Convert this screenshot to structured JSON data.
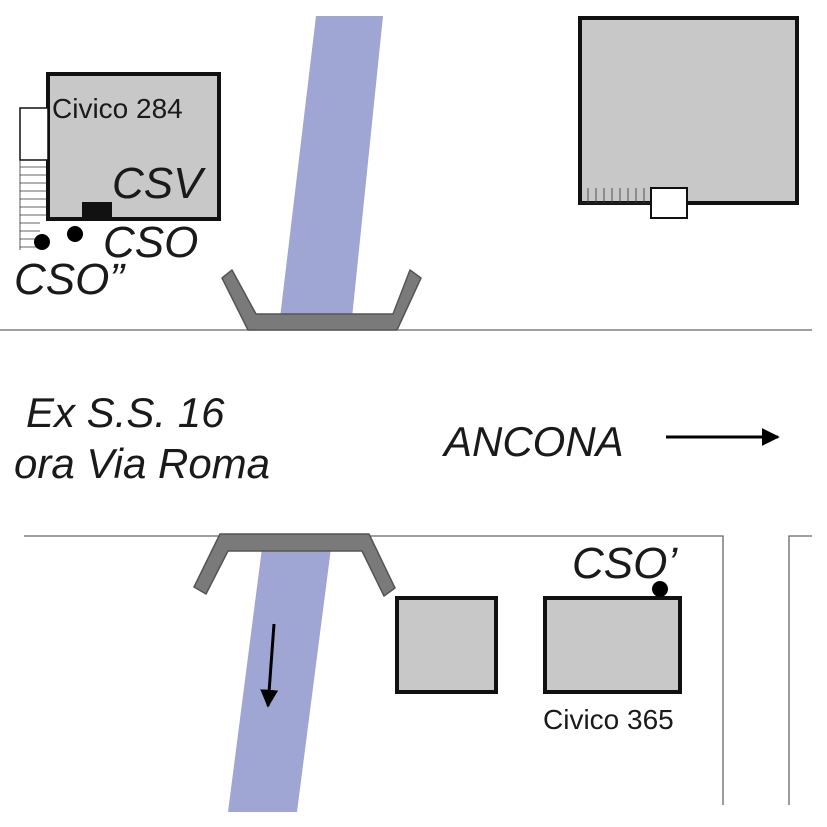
{
  "labels": {
    "civico_284": "Civico 284",
    "csv": "CSV",
    "cso": "CSO",
    "cso_double": "CSO”",
    "road_line1": "Ex S.S. 16",
    "road_line2": "ora Via Roma",
    "direction": "ANCONA",
    "cso_prime": "CSO’",
    "civico_365": "Civico 365"
  },
  "colors": {
    "building_fill": "#c8c8c8",
    "building_stroke": "#111111",
    "river": "#a0a6d4",
    "bridge": "#7a7a7a",
    "bridge_stroke": "#555555",
    "road_edge": "#666666",
    "marker": "#000000"
  },
  "icons": {
    "direction_arrow": "arrow-right-icon",
    "flow_arrow": "arrow-down-icon"
  }
}
